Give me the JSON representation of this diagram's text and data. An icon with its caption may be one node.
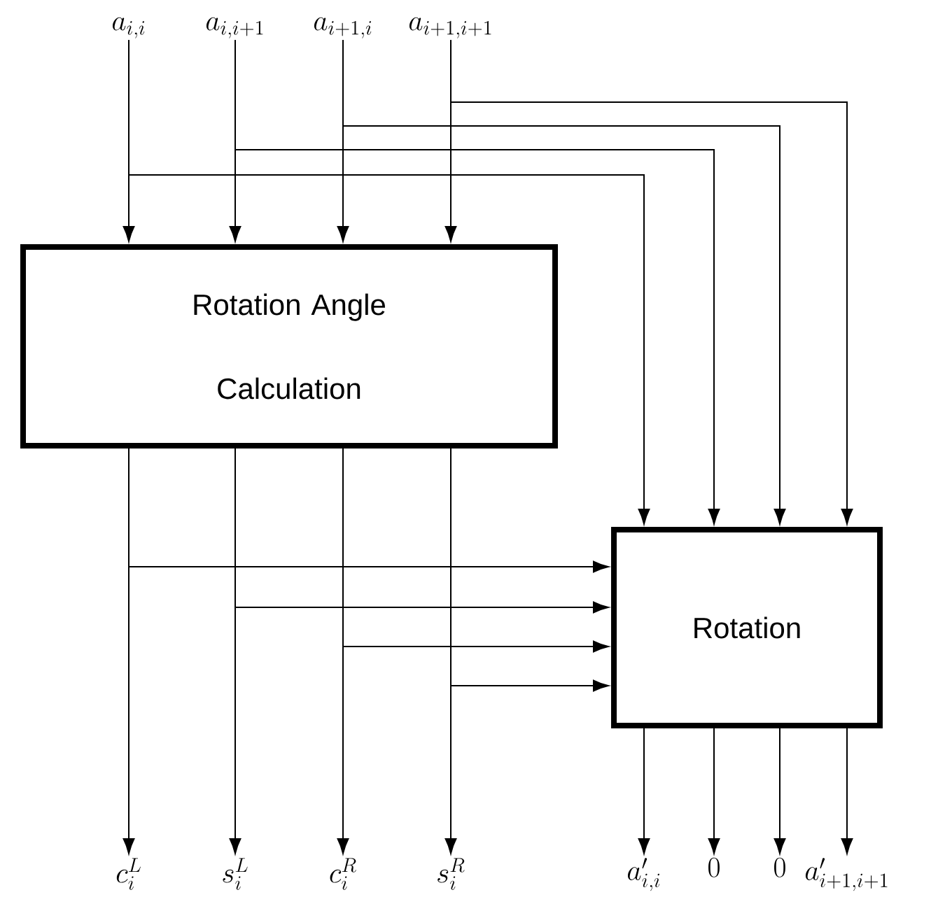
{
  "diagram": {
    "nodes": [
      {
        "text": [
          "a_{i,i}"
        ]
      },
      {
        "text": [
          "a_{i,i+1}"
        ]
      },
      {
        "text": [
          "a_{i+1,i}"
        ]
      },
      {
        "text": [
          "a_{i+1,i+1}"
        ]
      },
      {
        "text": [
          "Rotation Angle Calculation"
        ]
      },
      {
        "text": [
          "Rotation"
        ]
      },
      {
        "text": [
          "c_i^L"
        ]
      },
      {
        "text": [
          "s_i^L"
        ]
      },
      {
        "text": [
          "c_i^R"
        ]
      },
      {
        "text": [
          "s_i^R"
        ]
      },
      {
        "text": [
          "a'_{i,i}"
        ]
      },
      {
        "text": [
          "0"
        ]
      },
      {
        "text": [
          "0"
        ]
      },
      {
        "text": [
          "a'_{i+1,i+1}"
        ]
      }
    ],
    "edges": [
      {
        "from": 0,
        "to": 4,
        "arrow": "to"
      },
      {
        "from": 1,
        "to": 4,
        "arrow": "to"
      },
      {
        "from": 2,
        "to": 4,
        "arrow": "to"
      },
      {
        "from": 3,
        "to": 4,
        "arrow": "to"
      },
      {
        "from": 0,
        "to": 5,
        "arrow": "to"
      },
      {
        "from": 1,
        "to": 5,
        "arrow": "to"
      },
      {
        "from": 2,
        "to": 5,
        "arrow": "to"
      },
      {
        "from": 3,
        "to": 5,
        "arrow": "to"
      },
      {
        "from": 4,
        "to": 6,
        "arrow": "to"
      },
      {
        "from": 4,
        "to": 7,
        "arrow": "to"
      },
      {
        "from": 4,
        "to": 8,
        "arrow": "to"
      },
      {
        "from": 4,
        "to": 9,
        "arrow": "to"
      },
      {
        "from": 4,
        "to": 5,
        "arrow": "to"
      },
      {
        "from": 4,
        "to": 5,
        "arrow": "to"
      },
      {
        "from": 4,
        "to": 5,
        "arrow": "to"
      },
      {
        "from": 4,
        "to": 5,
        "arrow": "to"
      },
      {
        "from": 5,
        "to": 10,
        "arrow": "to"
      },
      {
        "from": 5,
        "to": 11,
        "arrow": "to"
      },
      {
        "from": 5,
        "to": 12,
        "arrow": "to"
      },
      {
        "from": 5,
        "to": 13,
        "arrow": "to"
      }
    ]
  }
}
